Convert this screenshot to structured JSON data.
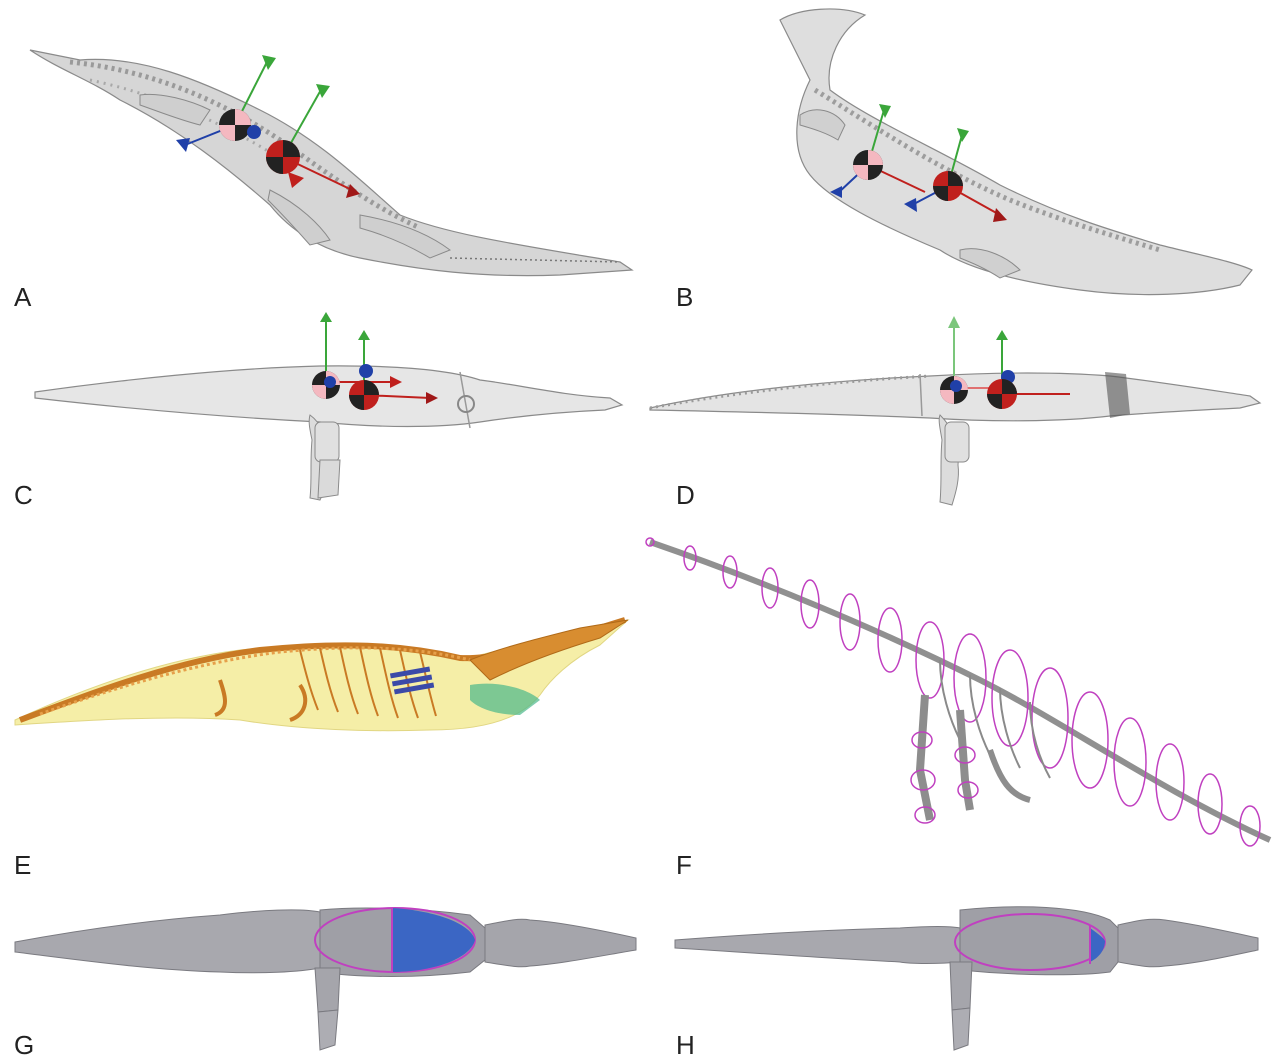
{
  "figure": {
    "panels": [
      {
        "id": "A",
        "label": "A"
      },
      {
        "id": "B",
        "label": "B"
      },
      {
        "id": "C",
        "label": "C"
      },
      {
        "id": "D",
        "label": "D"
      },
      {
        "id": "E",
        "label": "E"
      },
      {
        "id": "F",
        "label": "F"
      },
      {
        "id": "G",
        "label": "G"
      },
      {
        "id": "H",
        "label": "H"
      }
    ],
    "colors": {
      "mesh_gray": "#c8c8c8",
      "mesh_dark": "#8a8a8a",
      "axis_green": "#3aa63a",
      "axis_red": "#c0201d",
      "axis_blue": "#2040a8",
      "skeleton_orange": "#d08a30",
      "body_yellow": "#f2e98a",
      "lung_blue": "#3b66c4",
      "outline_magenta": "#c040c0",
      "segment_gray": "#a5a5ab"
    }
  }
}
